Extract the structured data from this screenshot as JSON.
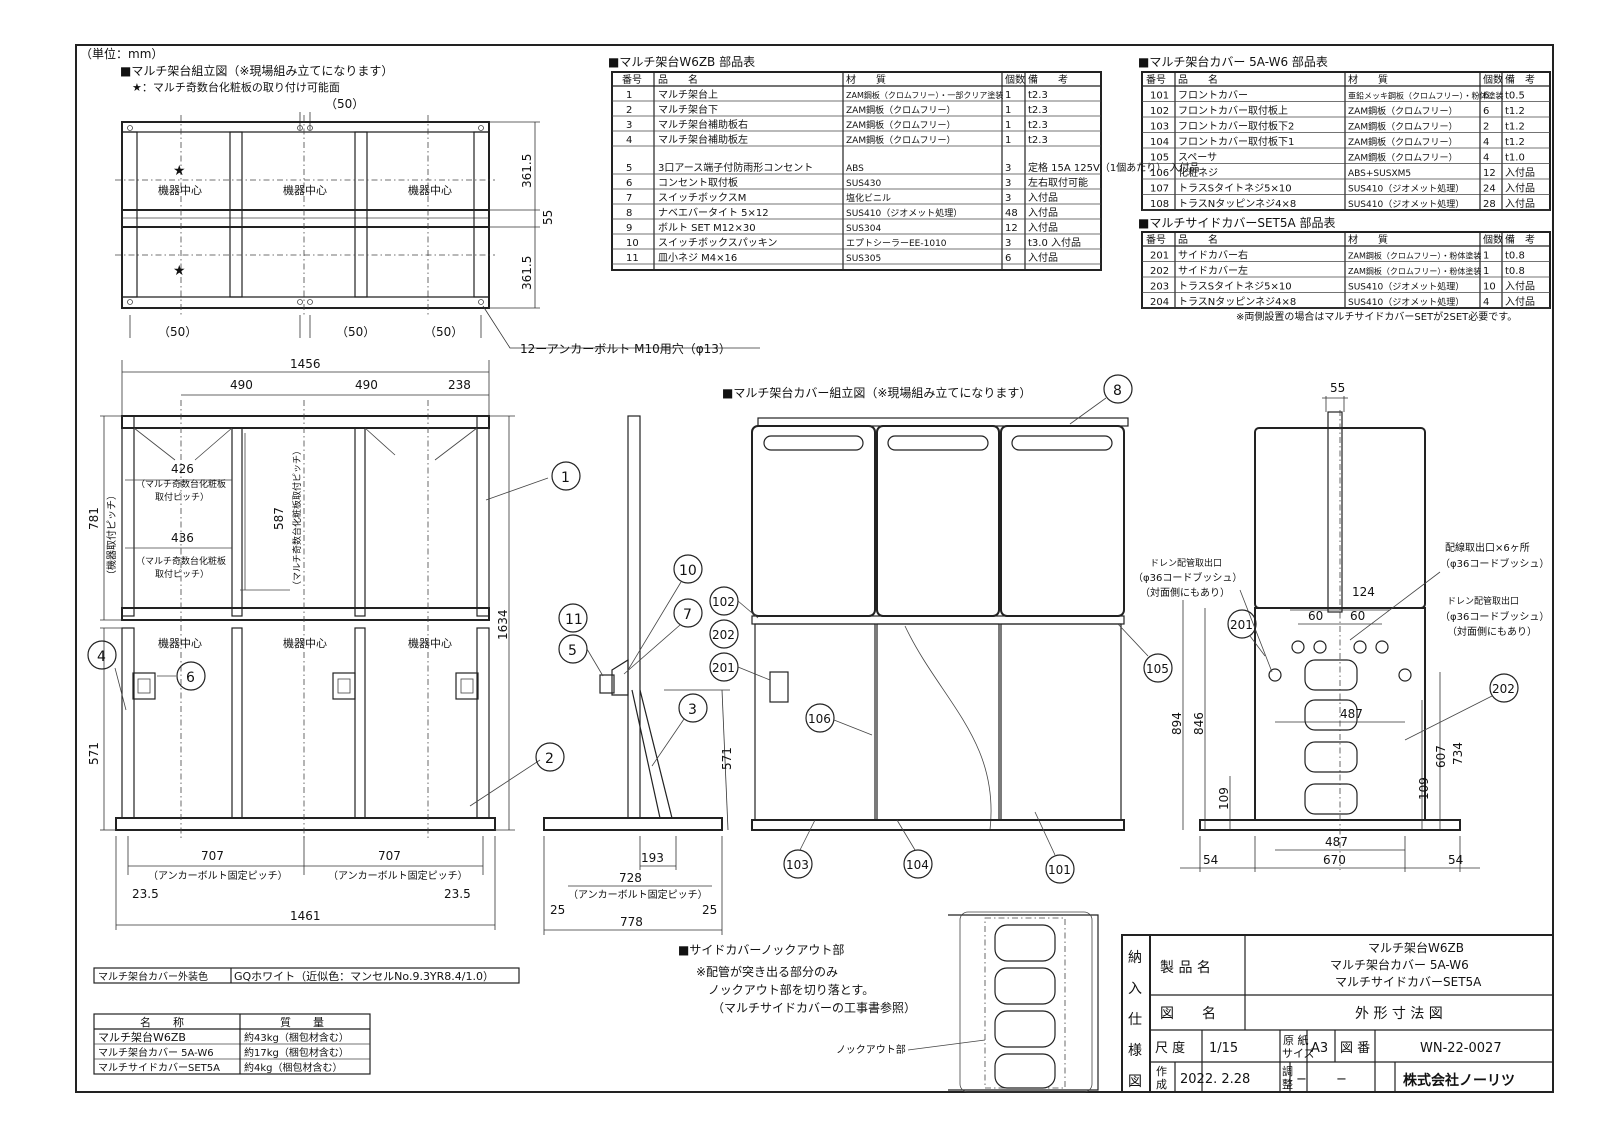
{
  "unit": "（単位：mm）",
  "asm": {
    "title": "■マルチ架台組立図（※現場組み立てになります）",
    "note": "★：マルチ奇数台化粧板の取り付け可能面",
    "center_label": "機器中心",
    "star": "★",
    "dims": {
      "d50": "（50）",
      "d3615": "361.5",
      "d55": "55",
      "anchor": "12ーアンカーボルト M10用穴（φ13）"
    }
  },
  "front": {
    "dims": {
      "w1456": "1456",
      "w490": "490",
      "w238": "238",
      "h781": "781",
      "pitch_v": "（機器取付ピッチ）",
      "d426": "426",
      "d436": "436",
      "pitch_note": "（マルチ奇数台化粧板",
      "pitch_note2": "取付ピッチ）",
      "d587": "587",
      "v_note": "（マルチ奇数台化粧板取付ピッチ）",
      "h1634": "1634",
      "h571": "571",
      "d707": "707",
      "anchor_pitch": "（アンカーボルト固定ピッチ）",
      "d235": "23.5",
      "w1461": "1461"
    },
    "balloons": [
      "1",
      "2",
      "4",
      "6"
    ]
  },
  "side": {
    "dims": {
      "h571": "571",
      "d193": "193",
      "d728": "728",
      "anchor_pitch": "（アンカーボルト固定ピッチ）",
      "d25": "25",
      "d778": "778"
    },
    "balloons": [
      "3",
      "5",
      "7",
      "10",
      "11"
    ]
  },
  "cover": {
    "title": "■マルチ架台カバー組立図（※現場組み立てになります）",
    "balloons": [
      "8",
      "101",
      "102",
      "103",
      "104",
      "105",
      "106",
      "201",
      "202"
    ]
  },
  "sidecov": {
    "dims": {
      "d55": "55",
      "d124": "124",
      "d60a": "60",
      "d60b": "60",
      "d487a": "487",
      "d487b": "487",
      "d894": "894",
      "d846": "846",
      "d734": "734",
      "d607": "607",
      "d109a": "109",
      "d109b": "109",
      "d54a": "54",
      "d670": "670",
      "d54b": "54"
    },
    "notes": [
      "配線取出口×6ヶ所",
      "（φ36コードブッシュ）",
      "ドレン配管取出口",
      "（φ36コードブッシュ）",
      "（対面側にもあり）",
      "ドレン配管取出口",
      "（φ36コードブッシュ）",
      "（対面側にもあり）"
    ]
  },
  "knock": {
    "title": "■サイドカバーノックアウト部",
    "lines": [
      "※配管が突き出る部分のみ",
      "ノックアウト部を切り落とす。",
      "（マルチサイドカバーの工事書参照）"
    ],
    "label": "ノックアウト部"
  },
  "parts_w6zb": {
    "title": "■マルチ架台W6ZB 部品表",
    "headers": [
      "番号",
      "品　　名",
      "材　　質",
      "個数",
      "備　　考"
    ],
    "rows": [
      [
        "1",
        "マルチ架台上",
        "ZAM鋼板（クロムフリー）・一部クリア塗装",
        "1",
        "t2.3"
      ],
      [
        "2",
        "マルチ架台下",
        "ZAM鋼板（クロムフリー）",
        "1",
        "t2.3"
      ],
      [
        "3",
        "マルチ架台補助板右",
        "ZAM鋼板（クロムフリー）",
        "1",
        "t2.3"
      ],
      [
        "4",
        "マルチ架台補助板左",
        "ZAM鋼板（クロムフリー）",
        "1",
        "t2.3"
      ],
      [
        "5",
        "3口アース端子付防雨形コンセント",
        "ABS",
        "3",
        "定格 15A 125V（1個あたり） 入付品"
      ],
      [
        "6",
        "コンセント取付板",
        "SUS430",
        "3",
        "左右取付可能"
      ],
      [
        "7",
        "スイッチボックスM",
        "塩化ビニル",
        "3",
        "入付品"
      ],
      [
        "8",
        "ナベエバータイト 5×12",
        "SUS410（ジオメット処理）",
        "48",
        "入付品"
      ],
      [
        "9",
        "ボルト SET M12×30",
        "SUS304",
        "12",
        "入付品"
      ],
      [
        "10",
        "スイッチボックスパッキン",
        "エプトシーラーEE-1010",
        "3",
        "t3.0 入付品"
      ],
      [
        "11",
        "皿小ネジ M4×16",
        "SUS305",
        "6",
        "入付品"
      ]
    ]
  },
  "parts_5aw6": {
    "title": "■マルチ架台カバー 5A-W6 部品表",
    "headers": [
      "番号",
      "品　　名",
      "材　　質",
      "個数",
      "備　考"
    ],
    "rows": [
      [
        "101",
        "フロントカバー",
        "亜鉛メッキ鋼板（クロムフリー）・粉体塗装",
        "6",
        "t0.5"
      ],
      [
        "102",
        "フロントカバー取付板上",
        "ZAM鋼板（クロムフリー）",
        "6",
        "t1.2"
      ],
      [
        "103",
        "フロントカバー取付板下2",
        "ZAM鋼板（クロムフリー）",
        "2",
        "t1.2"
      ],
      [
        "104",
        "フロントカバー取付板下1",
        "ZAM鋼板（クロムフリー）",
        "4",
        "t1.2"
      ],
      [
        "105",
        "スペーサ",
        "ZAM鋼板（クロムフリー）",
        "4",
        "t1.0"
      ],
      [
        "106",
        "化粧ネジ",
        "ABS+SUSXM5",
        "12",
        "入付品"
      ],
      [
        "107",
        "トラスSタイトネジ5×10",
        "SUS410（ジオメット処理）",
        "24",
        "入付品"
      ],
      [
        "108",
        "トラスNタッピンネジ4×8",
        "SUS410（ジオメット処理）",
        "28",
        "入付品"
      ]
    ]
  },
  "parts_set5a": {
    "title": "■マルチサイドカバーSET5A 部品表",
    "headers": [
      "番号",
      "品　　名",
      "材　　質",
      "個数",
      "備　考"
    ],
    "rows": [
      [
        "201",
        "サイドカバー右",
        "ZAM鋼板（クロムフリー）・粉体塗装",
        "1",
        "t0.8"
      ],
      [
        "202",
        "サイドカバー左",
        "ZAM鋼板（クロムフリー）・粉体塗装",
        "1",
        "t0.8"
      ],
      [
        "203",
        "トラスSタイトネジ5×10",
        "SUS410（ジオメット処理）",
        "10",
        "入付品"
      ],
      [
        "204",
        "トラスNタッピンネジ4×8",
        "SUS410（ジオメット処理）",
        "4",
        "入付品"
      ]
    ],
    "note": "※両側設置の場合はマルチサイドカバーSETが2SET必要です。"
  },
  "color": {
    "label": "マルチ架台カバー外装色",
    "value": "GQホワイト（近似色：マンセルNo.9.3YR8.4/1.0）"
  },
  "mass": {
    "headers": [
      "名　　称",
      "質　　量"
    ],
    "rows": [
      [
        "マルチ架台W6ZB",
        "約43kg（梱包材含む）"
      ],
      [
        "マルチ架台カバー 5A-W6",
        "約17kg（梱包材含む）"
      ],
      [
        "マルチサイドカバーSET5A",
        "約4kg（梱包材含む）"
      ]
    ]
  },
  "titleblock": {
    "side": [
      "納",
      "入",
      "仕",
      "様",
      "図"
    ],
    "product_label": "製 品 名",
    "products": [
      "マルチ架台W6ZB",
      "マルチ架台カバー 5A-W6",
      "マルチサイドカバーSET5A"
    ],
    "drawing_label": "図　　名",
    "drawing_name": "外 形 寸 法 図",
    "scale_label": "尺 度",
    "scale": "1/15",
    "paper_label1": "原 紙",
    "paper_label2": "サイズ",
    "paper": "A3",
    "number_label": "図 番",
    "number": "WN-22-0027",
    "made_label1": "作",
    "made_label2": "成",
    "date": "2022. 2.28",
    "check_label1": "調",
    "check_label2": "整",
    "dash1": "−",
    "dash2": "−",
    "company": "株式会社ノーリツ"
  }
}
